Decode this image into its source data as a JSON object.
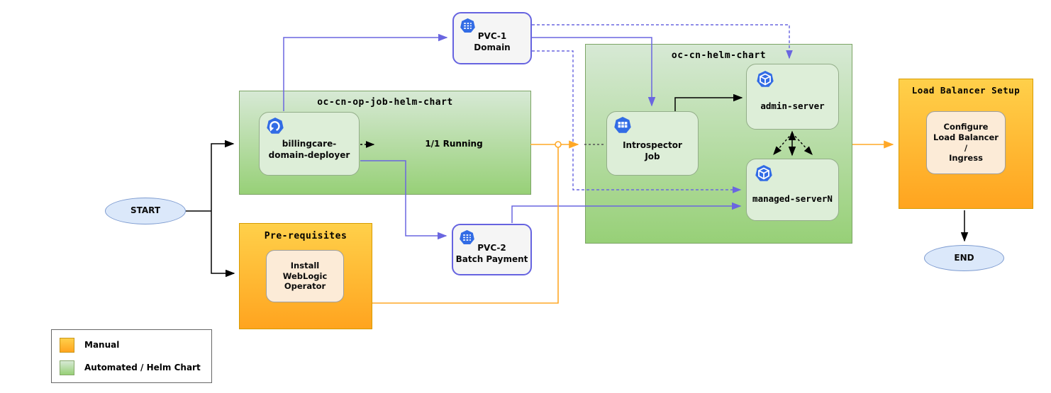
{
  "nodes": {
    "pvc1": {
      "label": "PVC-1\nDomain",
      "icon": "pvc-icon"
    },
    "pvc2": {
      "label": "PVC-2\nBatch Payment",
      "icon": "pvc-icon"
    },
    "op_job_chart": {
      "title": "oc-cn-op-job-helm-chart"
    },
    "billingcare": {
      "label": "billingcare-\ndomain-deployer",
      "icon": "deployment-icon"
    },
    "running": {
      "label": "1/1 Running"
    },
    "helm_chart": {
      "title": "oc-cn-helm-chart"
    },
    "introspector": {
      "label": "Introspector\nJob",
      "icon": "job-icon"
    },
    "admin": {
      "label": "admin-server",
      "icon": "pod-icon"
    },
    "managed": {
      "label": "managed-serverN",
      "icon": "pod-icon"
    },
    "load_balancer": {
      "title": "Load Balancer Setup",
      "inner_label": "Configure\nLoad Balancer\n/\nIngress"
    },
    "prerequisites": {
      "title": "Pre-requisites",
      "inner_label": "Install\nWebLogic\nOperator"
    },
    "start": {
      "label": "START"
    },
    "end": {
      "label": "END"
    }
  },
  "legend": {
    "items": [
      {
        "label": "Manual",
        "color": "#FFA41F"
      },
      {
        "label": "Automated / Helm Chart",
        "color": "#A9D68F"
      }
    ]
  },
  "colors": {
    "automated_gradient_top": "#D7E9D5",
    "automated_gradient_bottom": "#97D077",
    "manual_gradient_top": "#FFD04A",
    "manual_gradient_bottom": "#FFA41F",
    "node_light_green": "#DDEED8",
    "pvc_fill": "#F5F5F5",
    "pvc_border": "#6663E0",
    "peach_fill": "#FCEBD7",
    "terminator_fill": "#DBE8FA",
    "connector_blue": "#6A66E0",
    "connector_orange": "#FFA827",
    "connector_black": "#000000",
    "icon_blue": "#326CE5"
  }
}
